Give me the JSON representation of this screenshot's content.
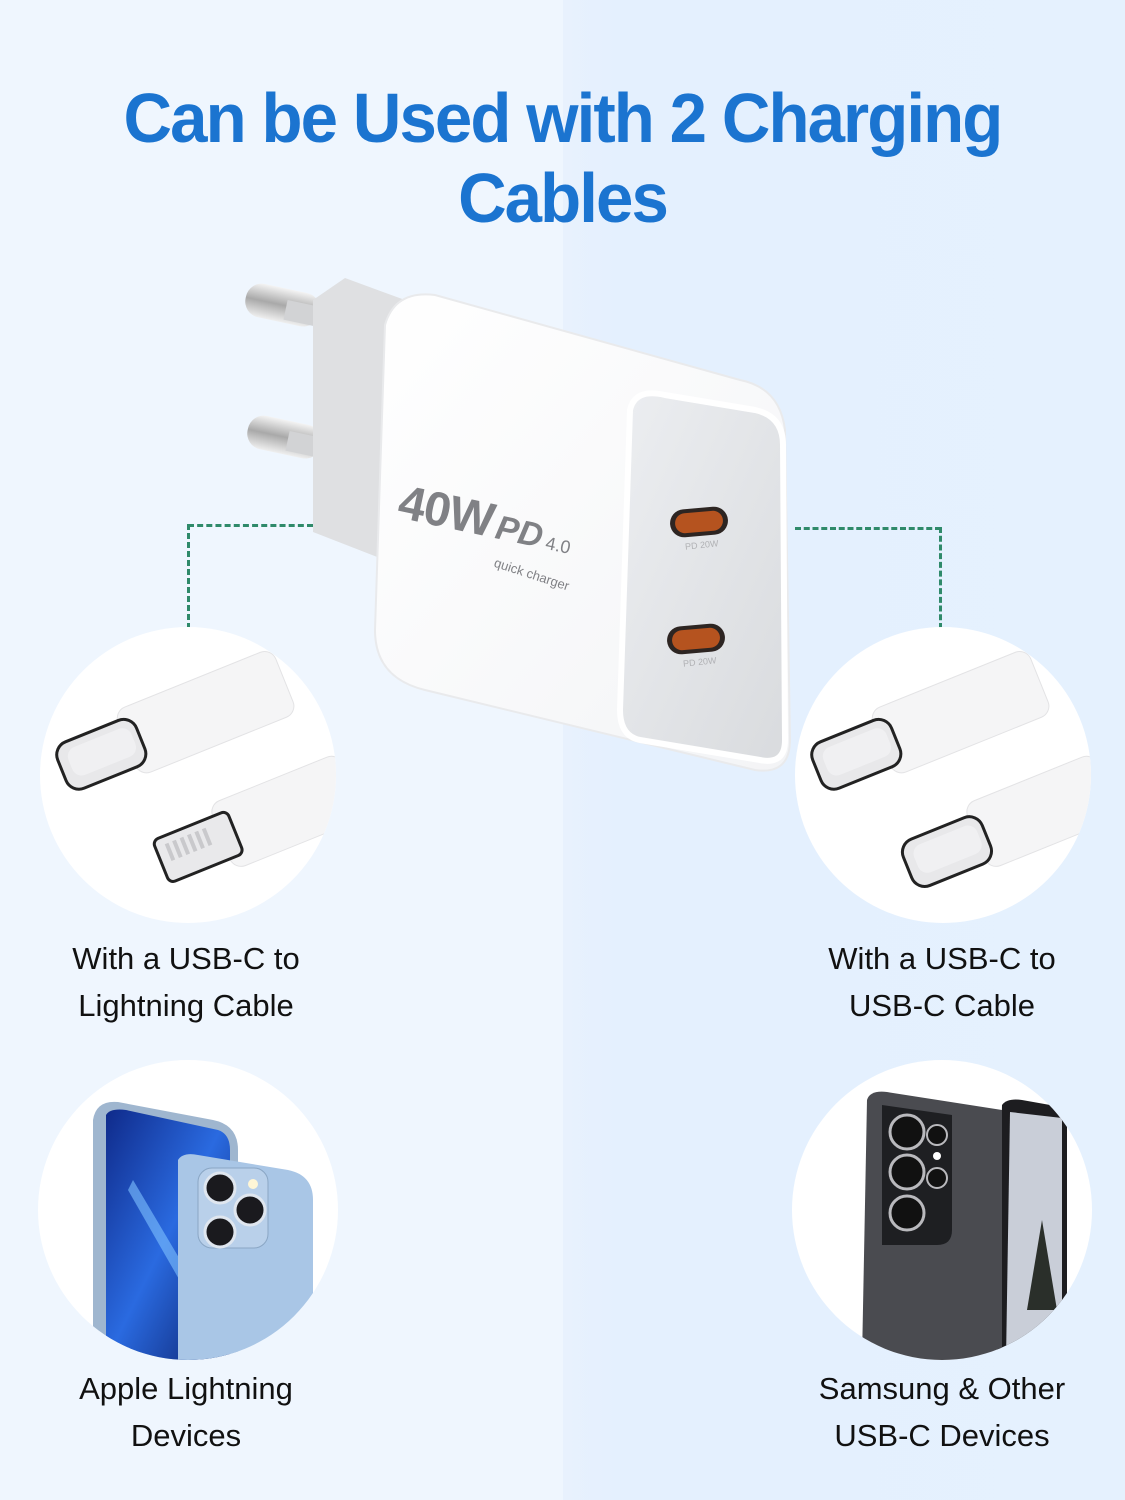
{
  "title": "Can be Used with 2 Charging Cables",
  "charger": {
    "power_label": "40W",
    "pd_logo": "PD",
    "pd_version": "4.0",
    "subtitle": "quick charger",
    "ports": [
      {
        "label": "PD 20W",
        "type": "usb-c"
      },
      {
        "label": "PD 20W",
        "type": "usb-c"
      }
    ],
    "plug_type": "EU 2-pin",
    "colors": {
      "body": "#ffffff",
      "face": "#e4e5e8",
      "port": "#a8491f"
    }
  },
  "options": [
    {
      "cable_image": "usb-c-to-lightning-cable",
      "cable_label_line1": "With a USB-C to",
      "cable_label_line2": "Lightning Cable",
      "device_image": "iphone-sierra-blue",
      "device_label_line1": "Apple Lightning",
      "device_label_line2": "Devices"
    },
    {
      "cable_image": "usb-c-to-usb-c-cable",
      "cable_label_line1": "With a USB-C to",
      "cable_label_line2": "USB-C Cable",
      "device_image": "samsung-galaxy-phone",
      "device_label_line1": "Samsung & Other",
      "device_label_line2": "USB-C Devices"
    }
  ],
  "colors": {
    "title": "#1b74d0",
    "background_left": "#eff6fe",
    "background_right": "#e4f0fe",
    "connector_line": "#2f8a6a"
  }
}
